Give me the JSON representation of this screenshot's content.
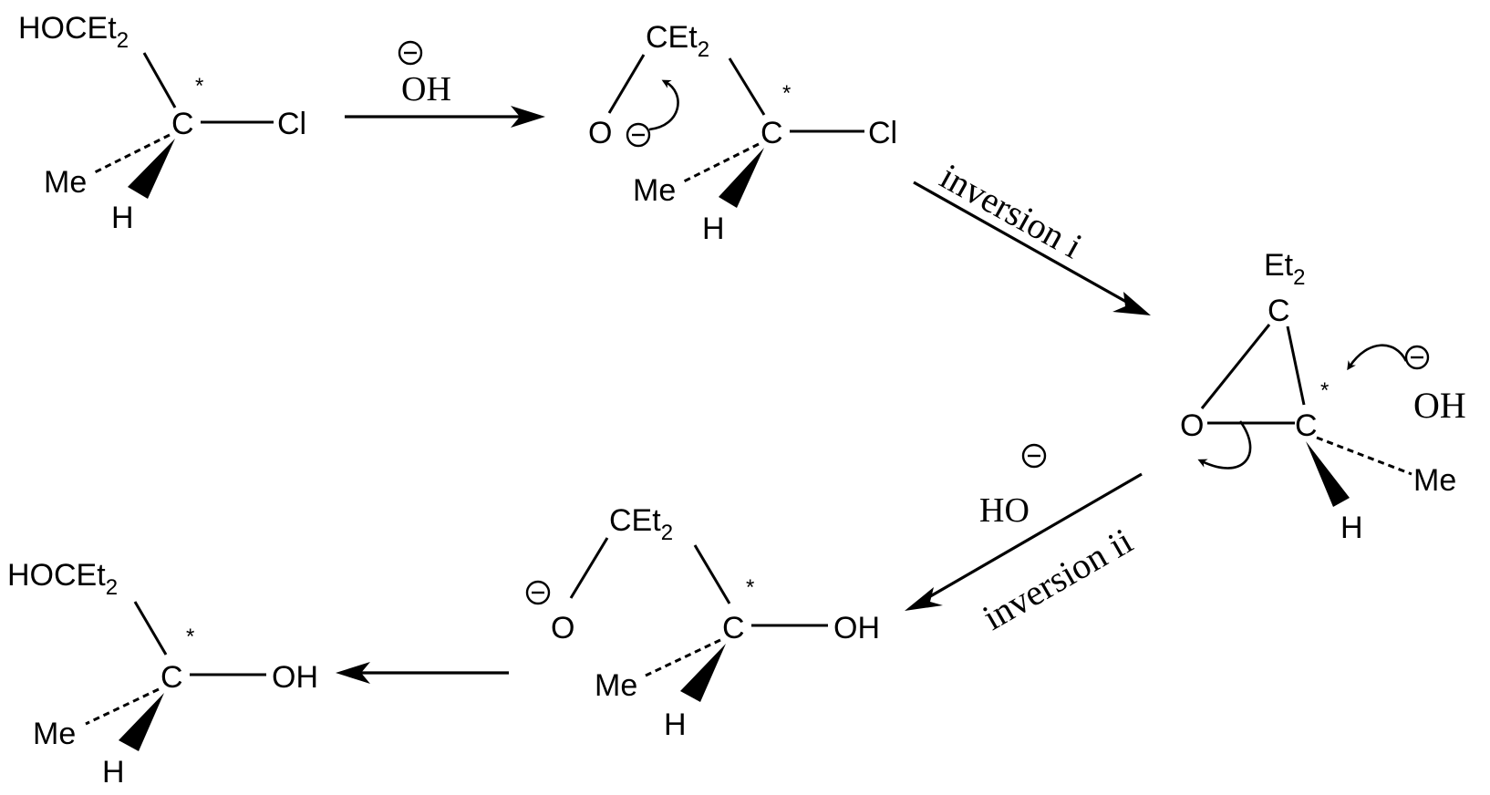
{
  "labels": {
    "HOCEt": "HOCEt",
    "sub2": "2",
    "C": "C",
    "Cl": "Cl",
    "Me": "Me",
    "H": "H",
    "asterisk": "*",
    "OH": "OH",
    "O": "O",
    "CEt": "CEt",
    "Et": "Et",
    "HO": "HO"
  },
  "arrows": {
    "step1_reagent": "OH",
    "step2_label": "inversion i",
    "step3_reagent": "HO",
    "step3_label": "inversion ii"
  }
}
